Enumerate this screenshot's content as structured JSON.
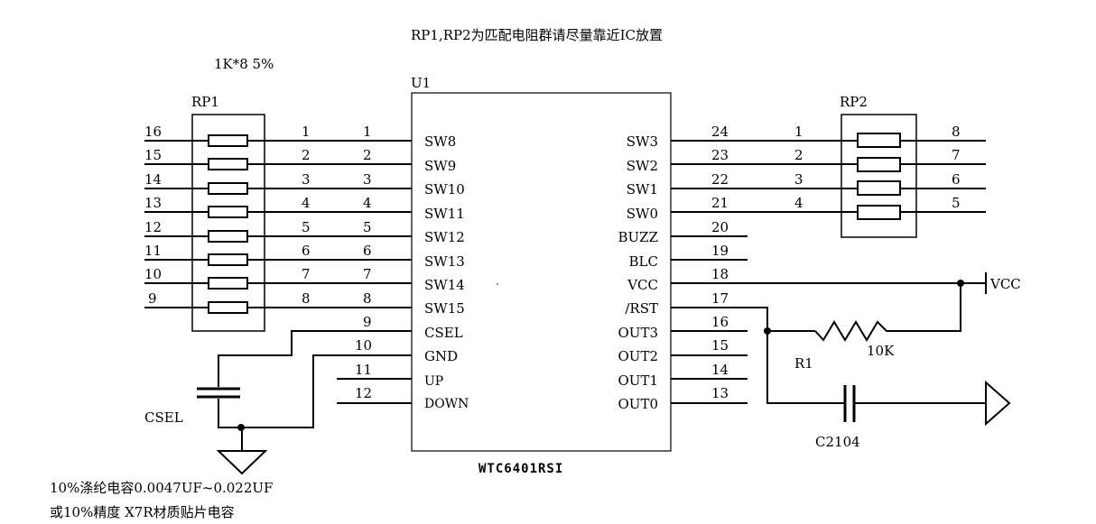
{
  "header_note": "RP1,RP2为匹配电阻群请尽量靠近IC放置",
  "rp1_value": "1K*8  5%",
  "chip": {
    "ref": "U1",
    "part": "WTC6401RSI",
    "left_pins": [
      {
        "num": "1",
        "name": "SW8"
      },
      {
        "num": "2",
        "name": "SW9"
      },
      {
        "num": "3",
        "name": "SW10"
      },
      {
        "num": "4",
        "name": "SW11"
      },
      {
        "num": "5",
        "name": "SW12"
      },
      {
        "num": "6",
        "name": "SW13"
      },
      {
        "num": "7",
        "name": "SW14"
      },
      {
        "num": "8",
        "name": "SW15"
      },
      {
        "num": "9",
        "name": "CSEL"
      },
      {
        "num": "10",
        "name": "GND"
      },
      {
        "num": "11",
        "name": "UP"
      },
      {
        "num": "12",
        "name": "DOWN"
      }
    ],
    "right_pins": [
      {
        "num": "24",
        "name": "SW3"
      },
      {
        "num": "23",
        "name": "SW2"
      },
      {
        "num": "22",
        "name": "SW1"
      },
      {
        "num": "21",
        "name": "SW0"
      },
      {
        "num": "20",
        "name": "BUZZ"
      },
      {
        "num": "19",
        "name": "BLC"
      },
      {
        "num": "18",
        "name": "VCC"
      },
      {
        "num": "17",
        "name": "/RST"
      },
      {
        "num": "16",
        "name": "OUT3"
      },
      {
        "num": "15",
        "name": "OUT2"
      },
      {
        "num": "14",
        "name": "OUT1"
      },
      {
        "num": "13",
        "name": "OUT0"
      }
    ]
  },
  "rp1": {
    "ref": "RP1",
    "outer_pins": [
      "16",
      "15",
      "14",
      "13",
      "12",
      "11",
      "10",
      "9"
    ],
    "inner_pins": [
      "1",
      "2",
      "3",
      "4",
      "5",
      "6",
      "7",
      "8"
    ]
  },
  "rp2": {
    "ref": "RP2",
    "inner_pins": [
      "1",
      "2",
      "3",
      "4"
    ],
    "outer_pins": [
      "8",
      "7",
      "6",
      "5"
    ]
  },
  "vcc_label": "VCC",
  "r1": {
    "ref": "R1",
    "value": "10K"
  },
  "c2": {
    "label": "C2104"
  },
  "csel_label": "CSEL",
  "cap_note_1": "10%涤纶电容0.0047UF~0.022UF",
  "cap_note_2": "或10%精度 X7R材质贴片电容"
}
